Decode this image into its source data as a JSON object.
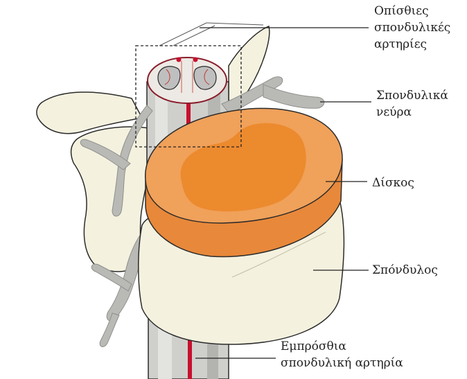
{
  "colors": {
    "bone": "#f4f1df",
    "bone_outline": "#2b2b2b",
    "cord_grey": "#c9cac6",
    "nerve_grey": "#b9bab6",
    "artery_red": "#c8102e",
    "disc_outer": "#e8883a",
    "disc_inner": "#f0a15a",
    "disc_nucleus": "#ec8a2e",
    "leader_line": "#222222"
  },
  "labels": {
    "posterior_arteries": [
      "Οπίσθιες",
      "σπονδυλικές",
      "αρτηρίες"
    ],
    "spinal_nerves": [
      "Σπονδυλικά",
      "νεύρα"
    ],
    "disc": [
      "Δίσκος"
    ],
    "vertebra": [
      "Σπόνδυλος"
    ],
    "anterior_artery": [
      "Εμπρόσθια",
      "σπονδυλική αρτηρία"
    ]
  }
}
